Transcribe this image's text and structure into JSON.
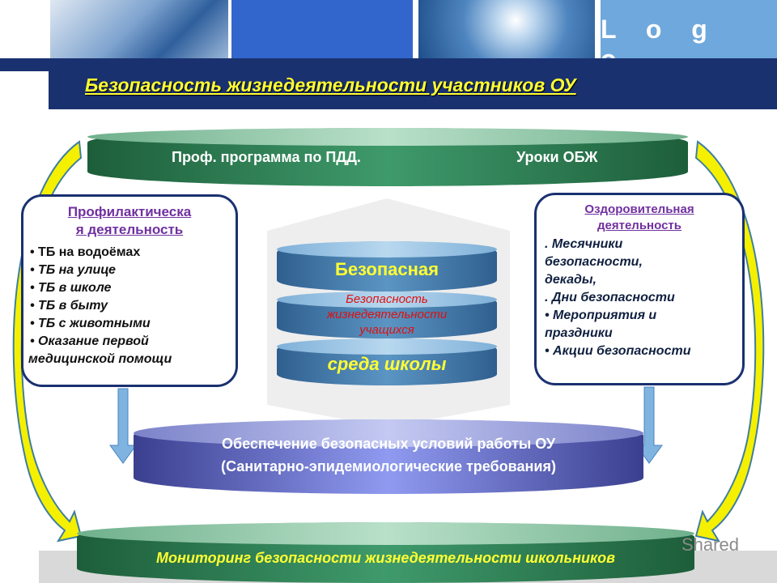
{
  "header": {
    "logo": "L o g o",
    "title": "Безопасность жизнедеятельности участников ОУ"
  },
  "top_cylinder": {
    "left": "Проф. программа по ПДД.",
    "right": "Уроки ОБЖ"
  },
  "left_box": {
    "heading_line1": "Профилактическа",
    "heading_line2": "я деятельность",
    "items": [
      "ТБ на водоёмах",
      "ТБ на улице",
      "ТБ в школе",
      "ТБ в быту",
      "ТБ с животными",
      "Оказание первой",
      "медицинской помощи"
    ]
  },
  "right_box": {
    "heading_line1": "Оздоровительная",
    "heading_line2": "деятельность",
    "items": [
      ". Месячники",
      "безопасности,",
      "декады,",
      ". Дни безопасности",
      "• Мероприятия и",
      "праздники",
      "• Акции безопасности"
    ]
  },
  "center_stack": {
    "top": "Безопасная",
    "middle_line1": "Безопасность",
    "middle_line2": "жизнедеятельности",
    "middle_line3": "учащихся",
    "bottom": "среда школы"
  },
  "blue_cylinder": {
    "line1": "Обеспечение безопасных условий работы ОУ",
    "line2": "(Санитарно-эпидемиологические требования)"
  },
  "bottom_cylinder": {
    "text": "Мониторинг безопасности жизнедеятельности школьников"
  },
  "watermark": "Shared",
  "colors": {
    "navy": "#1a3170",
    "title_yellow": "#ffff33",
    "heading_purple": "#7030a0",
    "green": "#3f9a6b",
    "red_text": "#e01010"
  }
}
